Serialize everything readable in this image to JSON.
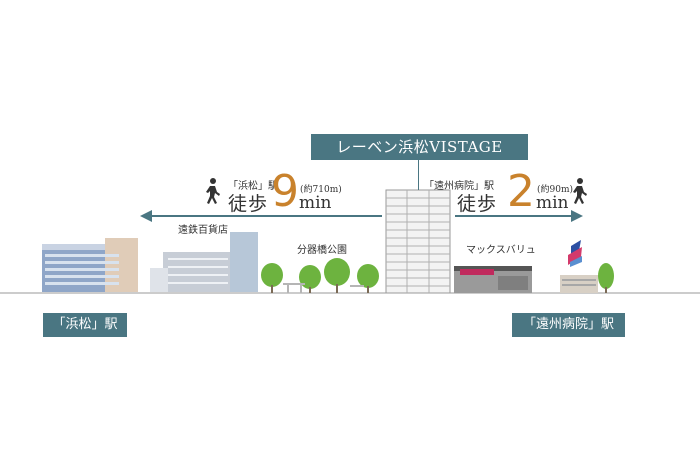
{
  "title": "レーベン浜松VISTAGE",
  "left_route": {
    "station_short": "「浜松」駅",
    "walk": "徒歩",
    "minutes": "9",
    "unit": "min",
    "distance": "(約710m)"
  },
  "right_route": {
    "station_short": "「遠州病院」駅",
    "walk": "徒歩",
    "minutes": "2",
    "unit": "min",
    "distance": "(約90m)"
  },
  "landmarks": {
    "enshu_dept": "遠鉄百貨店",
    "park": "分器橋公園",
    "maxvalu": "マックスバリュ"
  },
  "stations": {
    "left": "「浜松」駅",
    "right": "「遠州病院」駅"
  },
  "colors": {
    "accent": "#4a7682",
    "number": "#c9822c",
    "tree": "#6db33f",
    "arrow": "#4a7682"
  }
}
